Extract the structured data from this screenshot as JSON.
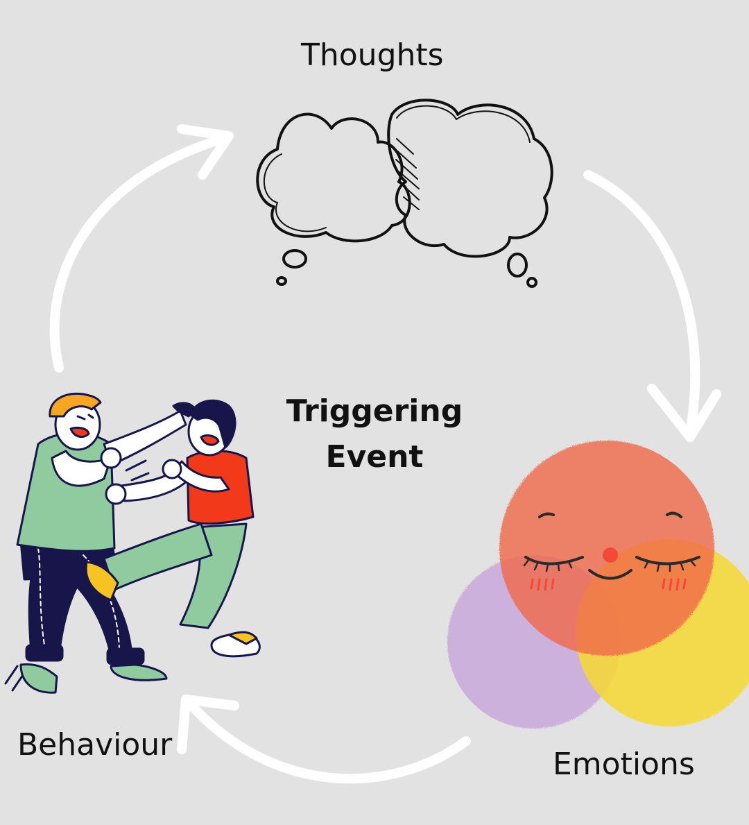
{
  "diagram": {
    "center": {
      "line1": "Triggering",
      "line2": "Event"
    },
    "nodes": {
      "thoughts": "Thoughts",
      "emotions": "Emotions",
      "behaviour": "Behaviour"
    },
    "colors": {
      "background": "#e2e2e2",
      "arrow": "#ffffff",
      "text": "#111111",
      "emotion_red": "#f0694a",
      "emotion_purple": "#c9a9dc",
      "emotion_yellow": "#f7d832",
      "shirt_green": "#8fcb9f",
      "shirt_red": "#f2391a",
      "pants_navy": "#17154a",
      "hair_orange": "#f6a623"
    },
    "icons": [
      "thought-cloud-icon",
      "emotion-circles-icon",
      "fighting-people-icon",
      "cycle-arrow-icon"
    ]
  }
}
